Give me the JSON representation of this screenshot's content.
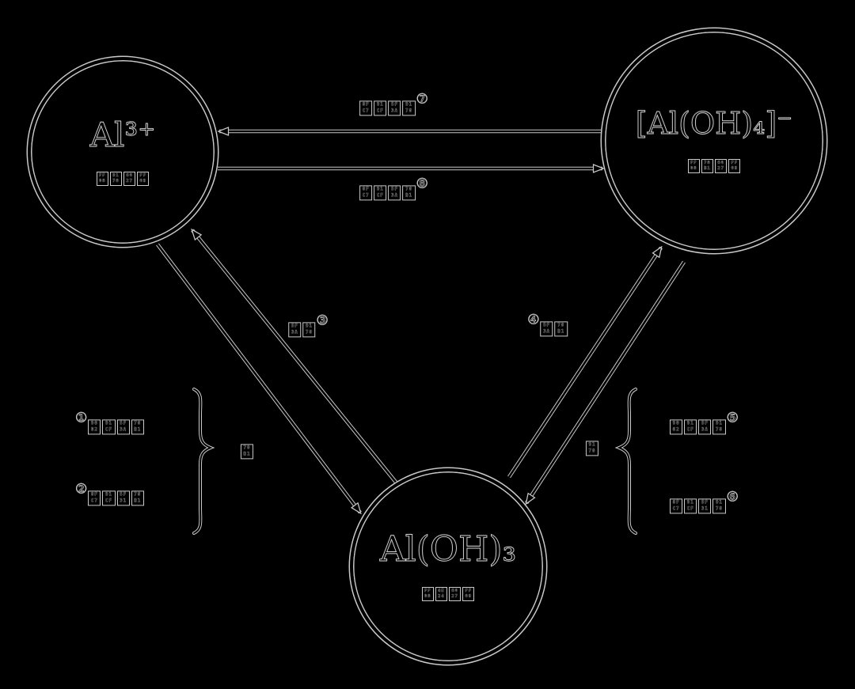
{
  "colors": {
    "background": "#000000",
    "ink": "#000000",
    "halo": "#cfcfcf"
  },
  "nodes": {
    "al3plus": {
      "formula": "Al³⁺",
      "note": "（酸性）"
    },
    "aluminate": {
      "formula": "[Al(OH)₄]⁻",
      "note": "（碱性）"
    },
    "aloh3": {
      "formula": "Al(OH)₃",
      "note": "（两性）"
    }
  },
  "edges": [
    {
      "from": "[Al(OH)₄]⁻",
      "to": "Al³⁺",
      "label": "过量强酸⑦"
    },
    {
      "from": "Al³⁺",
      "to": "[Al(OH)₄]⁻",
      "label": "过量强碱⑧"
    },
    {
      "from": "Al(OH)₃",
      "to": "Al³⁺",
      "label": "强酸③"
    },
    {
      "from": "Al³⁺",
      "to": "Al(OH)₃",
      "label": "碱"
    },
    {
      "from": "Al(OH)₃",
      "to": "[Al(OH)₄]⁻",
      "label": "④强碱"
    },
    {
      "from": "[Al(OH)₄]⁻",
      "to": "Al(OH)₃",
      "label": "酸"
    }
  ],
  "side_groups": {
    "left": {
      "items": [
        "①适量强碱",
        "②过量弱碱"
      ]
    },
    "right": {
      "items": [
        "适量强酸⑤",
        "过量弱酸⑥"
      ]
    }
  }
}
